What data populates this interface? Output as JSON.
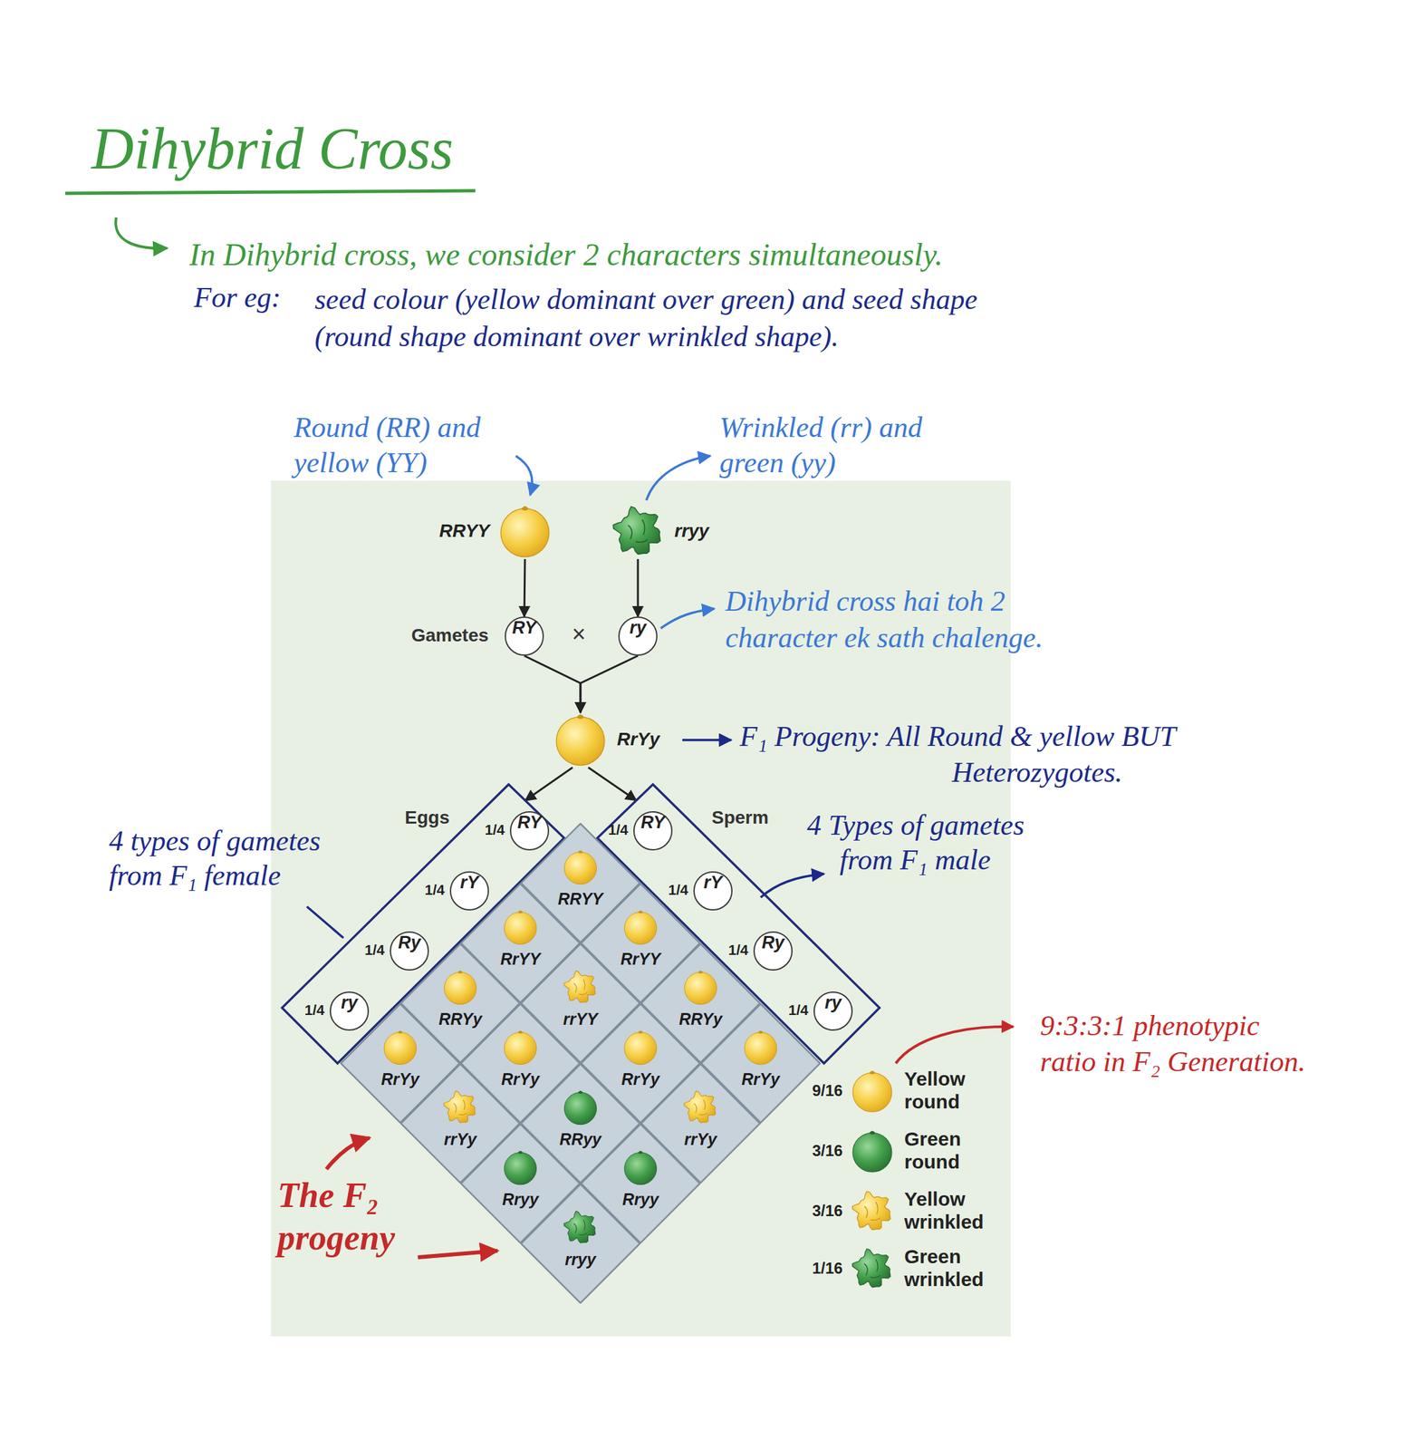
{
  "diagram": {
    "title": "Dihybrid Cross",
    "nodes": [
      {
        "text": [
          "RRYY"
        ]
      },
      {
        "text": [
          "rryy"
        ]
      },
      {
        "text": [
          "RY"
        ]
      },
      {
        "text": [
          "ry"
        ]
      },
      {
        "text": [
          "RrYy"
        ]
      },
      {
        "text": [
          "Eggs"
        ]
      },
      {
        "text": [
          "1/4",
          "RY"
        ],
        "in": 5
      },
      {
        "text": [
          "1/4",
          "rY"
        ],
        "in": 5
      },
      {
        "text": [
          "1/4",
          "Ry"
        ],
        "in": 5
      },
      {
        "text": [
          "1/4",
          "ry"
        ],
        "in": 5
      },
      {
        "text": [
          "Sperm"
        ]
      },
      {
        "text": [
          "1/4",
          "RY"
        ],
        "in": 10
      },
      {
        "text": [
          "1/4",
          "rY"
        ],
        "in": 10
      },
      {
        "text": [
          "1/4",
          "Ry"
        ],
        "in": 10
      },
      {
        "text": [
          "1/4",
          "ry"
        ],
        "in": 10
      },
      {
        "text": [
          "RRYY"
        ]
      },
      {
        "text": [
          "RrYY"
        ]
      },
      {
        "text": [
          "RrYY"
        ]
      },
      {
        "text": [
          "RRYy"
        ]
      },
      {
        "text": [
          "rrYY"
        ]
      },
      {
        "text": [
          "RRYy"
        ]
      },
      {
        "text": [
          "RrYy"
        ]
      },
      {
        "text": [
          "RrYy"
        ]
      },
      {
        "text": [
          "RrYy"
        ]
      },
      {
        "text": [
          "RrYy"
        ]
      },
      {
        "text": [
          "rrYy"
        ]
      },
      {
        "text": [
          "RRyy"
        ]
      },
      {
        "text": [
          "rrYy"
        ]
      },
      {
        "text": [
          "Rryy"
        ]
      },
      {
        "text": [
          "Rryy"
        ]
      },
      {
        "text": [
          "rryy"
        ]
      }
    ],
    "edges": [
      {
        "from": 0,
        "to": 2,
        "arrow": "to"
      },
      {
        "from": 1,
        "to": 3,
        "arrow": "to"
      },
      {
        "from": 2,
        "to": 4,
        "arrow": "to"
      },
      {
        "from": 3,
        "to": 4,
        "arrow": "to"
      },
      {
        "from": 4,
        "to": 5,
        "arrow": "to"
      },
      {
        "from": 4,
        "to": 10,
        "arrow": "to"
      }
    ],
    "labels": [
      "In Dihybrid cross, we consider 2 characters simultaneously.",
      "For eg:",
      "seed colour (yellow dominant over green) and seed shape (round shape dominant over wrinkled shape).",
      "Round (RR) and yellow (YY)",
      "Wrinkled (rr) and green (yy)",
      "Gametes",
      "×",
      "Dihybrid cross hai toh 2 character ek sath chalenge.",
      "F₁ Progeny: All Round & yellow BUT Heterozygotes.",
      "4 types of gametes from F₁ female",
      "4 Types of gametes from F₁ male",
      "9:3:3:1 phenotypic ratio in F₂ Generation.",
      "The F₂ progeny",
      "9/16",
      "3/16",
      "3/16",
      "1/16"
    ],
    "legend": [
      {
        "text": "Yellow round"
      },
      {
        "text": "Green round"
      },
      {
        "text": "Yellow wrinkled"
      },
      {
        "text": "Green wrinkled"
      }
    ]
  }
}
